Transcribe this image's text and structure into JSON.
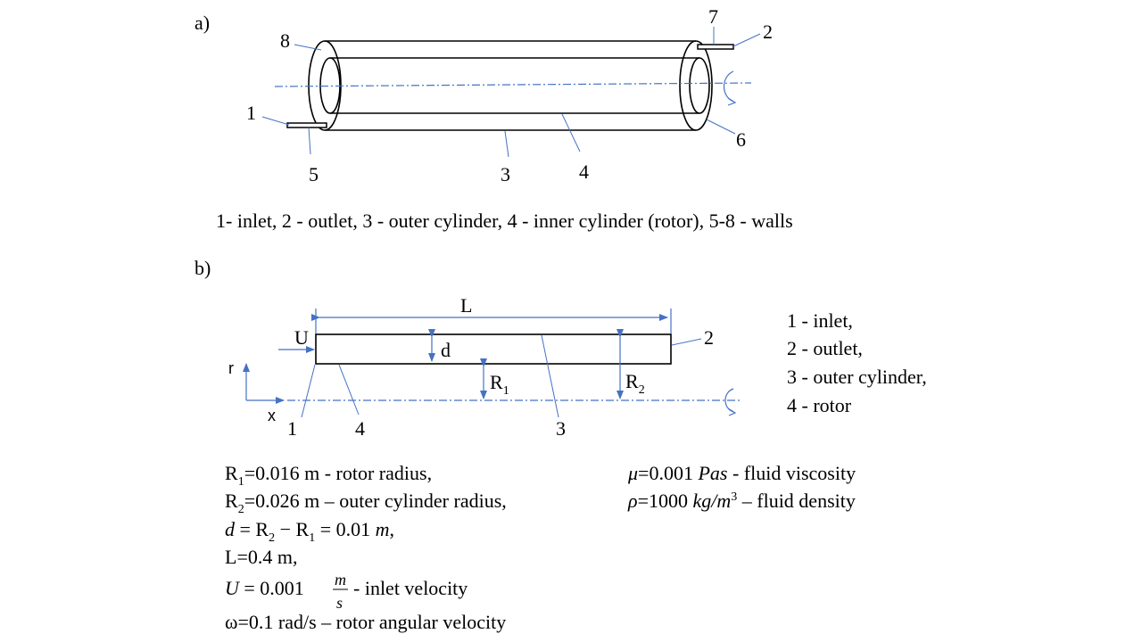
{
  "panel_a": {
    "label": "a)",
    "numbers": [
      "1",
      "2",
      "3",
      "4",
      "5",
      "6",
      "7",
      "8"
    ],
    "caption": "1- inlet, 2 - outlet,  3 - outer cylinder,  4 - inner cylinder (rotor), 5-8 - walls"
  },
  "panel_b": {
    "label": "b)",
    "length_label": "L",
    "inlet_velocity_label": "U",
    "gap_label": "d",
    "r1_main": "R",
    "r1_sub": "1",
    "r2_main": "R",
    "r2_sub": "2",
    "axis_r": "r",
    "axis_x": "x",
    "numbers": [
      "1",
      "2",
      "3",
      "4"
    ],
    "legend": [
      "1 - inlet,",
      "2 - outlet,",
      "3 - outer cylinder,",
      "4 - rotor"
    ]
  },
  "parameters": {
    "r1": {
      "main": "R",
      "sub": "1",
      "rest": "=0.016 m - rotor radius,"
    },
    "r2": {
      "main": "R",
      "sub": "2",
      "rest": "=0.026 m – outer cylinder radius,"
    },
    "d": {
      "lhs": "d",
      "eq": " = R",
      "sub2": "2",
      "minus": " − R",
      "sub1": "1",
      "rhs": " = 0.01 ",
      "unit": "m",
      "end": ","
    },
    "L": "L=0.4 m,",
    "U": {
      "lhs": "U",
      "eq": " = 0.001",
      "num": "m",
      "den": "s",
      "desc": " - inlet velocity"
    },
    "omega": "ω=0.1 rad/s – rotor angular velocity",
    "mu": {
      "sym": "μ",
      "val": "=0.001 ",
      "unit": "Pas",
      "desc": "  - fluid viscosity"
    },
    "rho": {
      "sym": "ρ",
      "val": "=1000 ",
      "unit": "kg/m",
      "sup": "3",
      "desc": " – fluid density"
    }
  }
}
